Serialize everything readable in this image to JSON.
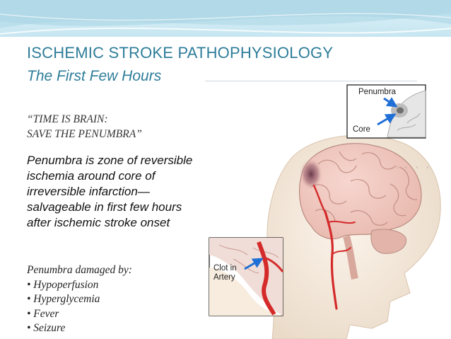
{
  "slide": {
    "title": "ISCHEMIC STROKE PATHOPHYSIOLOGY",
    "subtitle": "The First Few Hours",
    "quote_lines": [
      "“TIME IS BRAIN:",
      "SAVE THE PENUMBRA”"
    ],
    "definition": "Penumbra is zone of reversible ischemia around core of irreversible infarction—salvageable in first few hours after ischemic stroke onset",
    "damage_heading": "Penumbra damaged by:",
    "damage_items": [
      "• Hypoperfusion",
      "• Hyperglycemia",
      "• Fever",
      "• Seizure"
    ]
  },
  "figure": {
    "inset_labels": {
      "penumbra": "Penumbra",
      "core": "Core"
    },
    "clot_label_lines": [
      "Clot in",
      "Artery"
    ]
  },
  "colors": {
    "title": "#2e7d99",
    "banner": "#bfe3f0",
    "arrow": "#1f6fd6",
    "artery": "#d42a2a"
  }
}
